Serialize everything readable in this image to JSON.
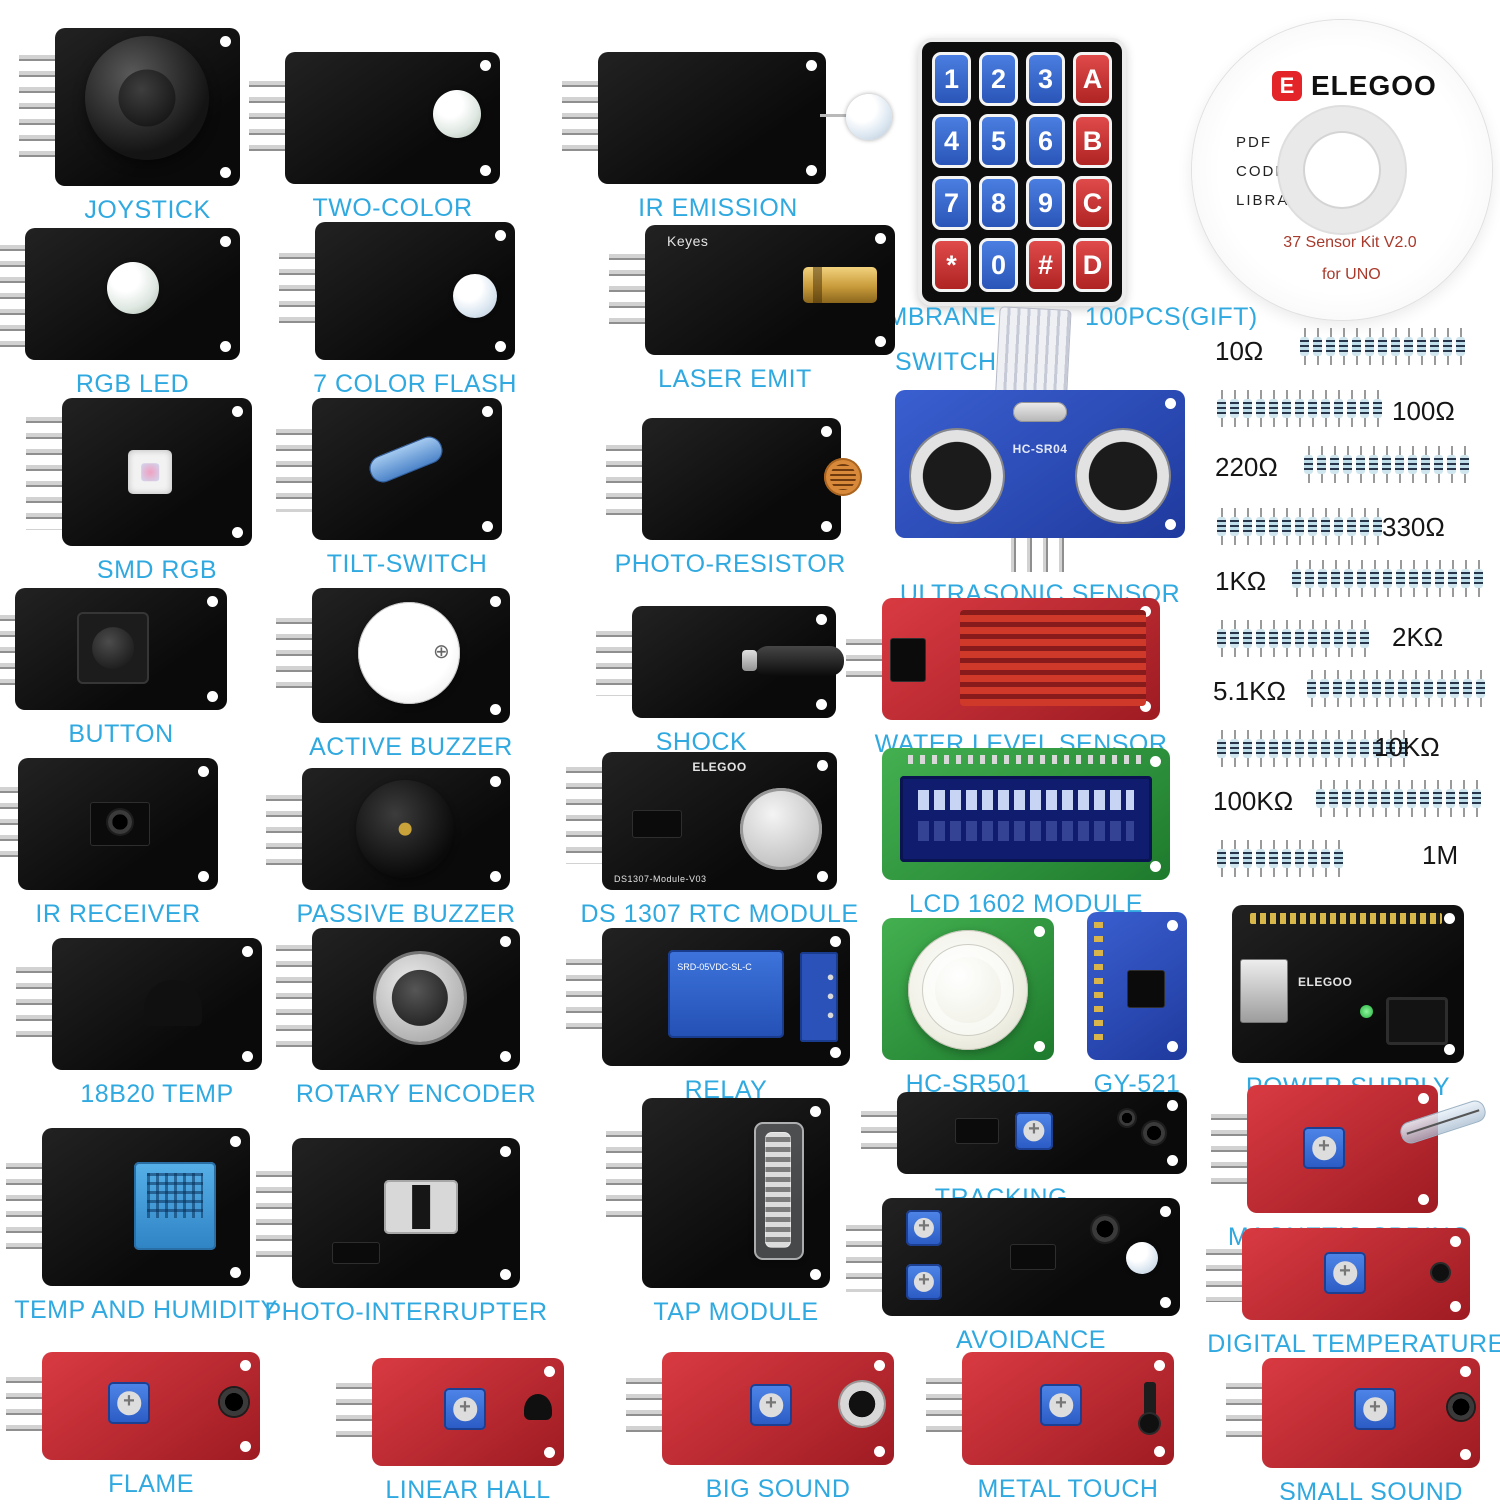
{
  "colors": {
    "label": "#2FA9E0",
    "pcb_black": "#101010",
    "pcb_red": "#C4272E",
    "pcb_blue": "#2B4FBF",
    "pcb_green": "#2F9E42",
    "pot_blue": "#2E6FD6",
    "key_blue": "#2F66D0",
    "key_red": "#D22F2F"
  },
  "labels": {
    "joystick": "JOYSTICK",
    "two_color": "TWO-COLOR",
    "ir_emission": "IR EMISSION",
    "membrane_line1": "MEMBRANE",
    "membrane_line2": "SWITCH",
    "gift": "100PCS(GIFT)",
    "rgb_led": "RGB LED",
    "seven_color_flash": "7 COLOR FLASH",
    "laser_emit": "LASER EMIT",
    "smd_rgb": "SMD RGB",
    "tilt_switch": "TILT-SWITCH",
    "photo_resistor": "PHOTO-RESISTOR",
    "ultrasonic": "ULTRASONIC SENSOR",
    "button": "BUTTON",
    "active_buzzer": "ACTIVE BUZZER",
    "shock": "SHOCK",
    "water_level": "WATER LEVEL SENSOR",
    "ir_receiver": "IR RECEIVER",
    "passive_buzzer": "PASSIVE BUZZER",
    "ds1307": "DS 1307 RTC MODULE",
    "lcd1602": "LCD 1602 MODULE",
    "temp_18b20": "18B20 TEMP",
    "rotary_encoder": "ROTARY ENCODER",
    "relay": "RELAY",
    "hc_sr501": "HC-SR501",
    "gy_521": "GY-521",
    "power_supply": "POWER SUPPLY",
    "tracking": "TRACKING",
    "magnetic_spring": "MAGNETIC SPRING",
    "temp_humidity": "TEMP AND HUMIDITY",
    "photo_interrupter": "PHOTO-INTERRUPTER",
    "tap_module": "TAP MODULE",
    "avoidance": "AVOIDANCE",
    "digital_temperature": "DIGITAL TEMPERATURE",
    "flame": "FLAME",
    "linear_hall": "LINEAR HALL",
    "big_sound": "BIG SOUND",
    "metal_touch": "METAL TOUCH",
    "small_sound": "SMALL SOUND"
  },
  "cd": {
    "mark": "E",
    "brand": "ELEGOO",
    "line1": "PDF",
    "line2": "CODE",
    "line3": "LIBRARIES",
    "kit": "37 Sensor Kit V2.0",
    "platform": "for UNO"
  },
  "silk": {
    "ultrasonic": "HC-SR04",
    "laser_brand": "Keyes",
    "relay_model": "SRD-05VDC-SL-C",
    "ds1307_brand": "ELEGOO",
    "ds1307_model": "DS1307-Module-V03",
    "power_brand": "ELEGOO"
  },
  "keypad": {
    "keys": [
      {
        "label": "1",
        "color": "blue"
      },
      {
        "label": "2",
        "color": "blue"
      },
      {
        "label": "3",
        "color": "blue"
      },
      {
        "label": "A",
        "color": "red"
      },
      {
        "label": "4",
        "color": "blue"
      },
      {
        "label": "5",
        "color": "blue"
      },
      {
        "label": "6",
        "color": "blue"
      },
      {
        "label": "B",
        "color": "red"
      },
      {
        "label": "7",
        "color": "blue"
      },
      {
        "label": "8",
        "color": "blue"
      },
      {
        "label": "9",
        "color": "blue"
      },
      {
        "label": "C",
        "color": "red"
      },
      {
        "label": "*",
        "color": "red"
      },
      {
        "label": "0",
        "color": "blue"
      },
      {
        "label": "#",
        "color": "red"
      },
      {
        "label": "D",
        "color": "red"
      }
    ]
  },
  "resistors": [
    {
      "value": "10Ω",
      "count": 13
    },
    {
      "value": "100Ω",
      "count": 13
    },
    {
      "value": "220Ω",
      "count": 13
    },
    {
      "value": "330Ω",
      "count": 13
    },
    {
      "value": "1KΩ",
      "count": 15
    },
    {
      "value": "2KΩ",
      "count": 12
    },
    {
      "value": "5.1KΩ",
      "count": 14
    },
    {
      "value": "10KΩ",
      "count": 15
    },
    {
      "value": "100KΩ",
      "count": 13
    },
    {
      "value": "1M",
      "count": 10
    }
  ]
}
